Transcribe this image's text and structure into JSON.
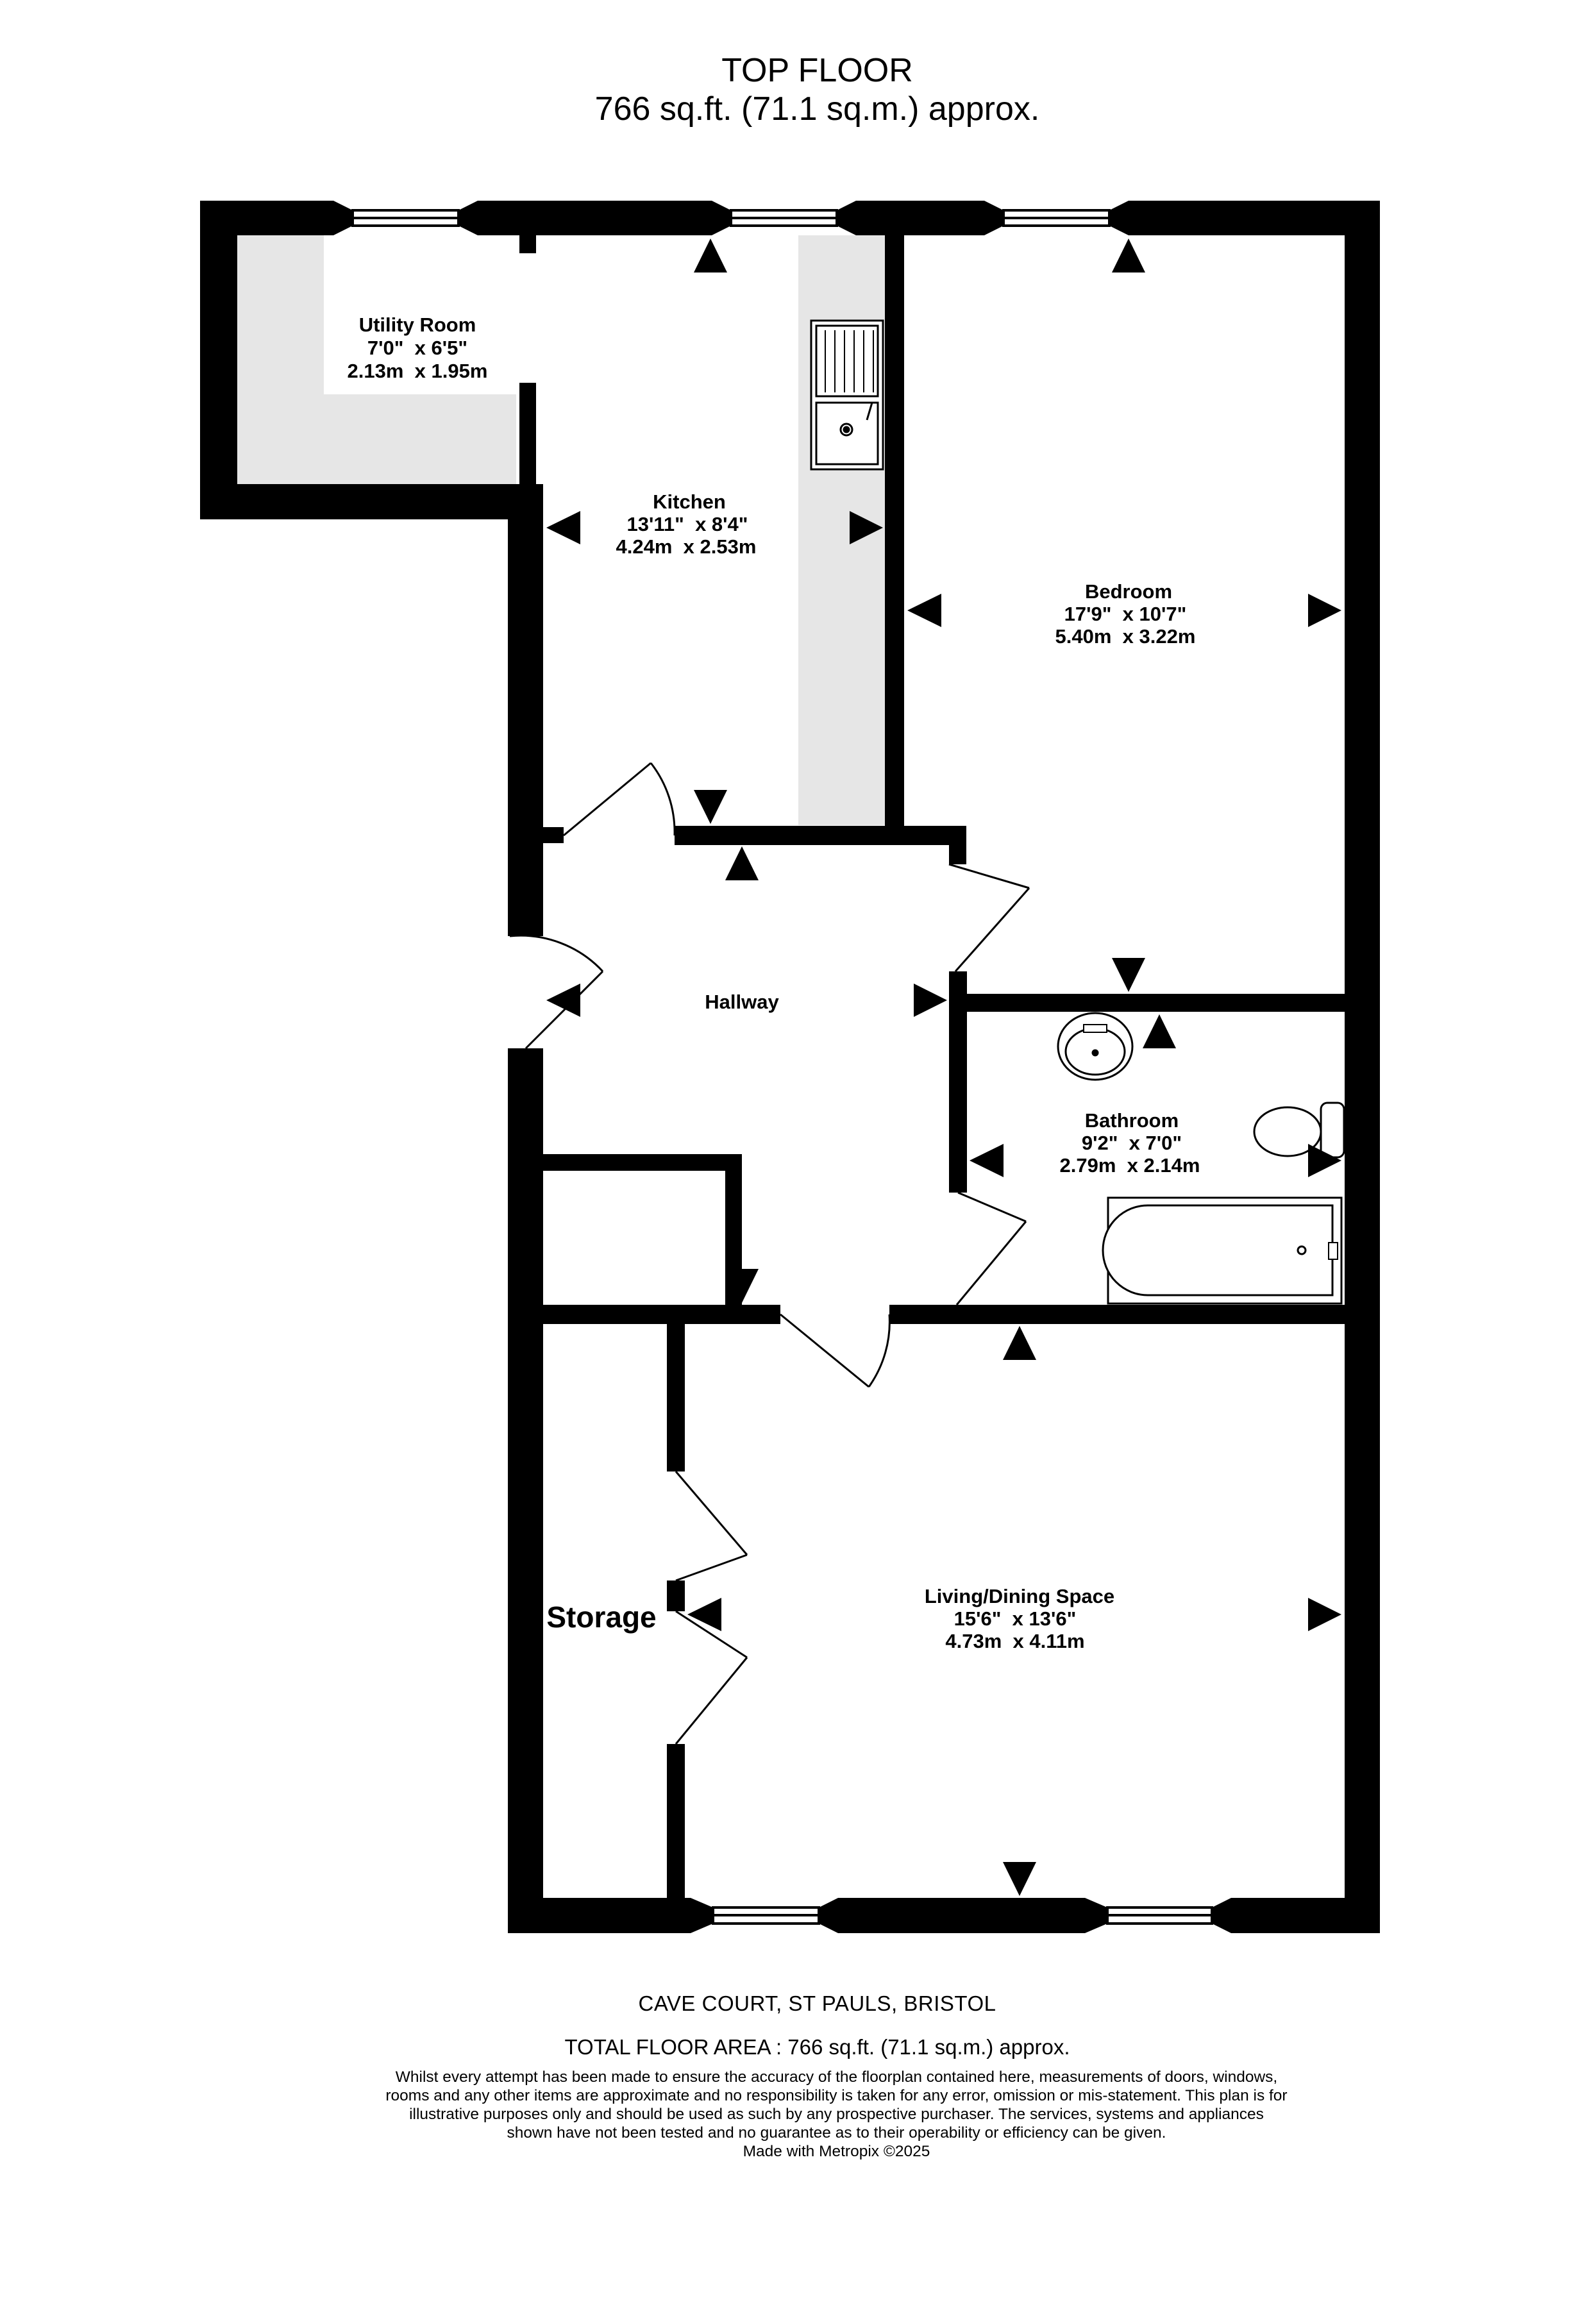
{
  "header": {
    "title": "TOP FLOOR",
    "area": "766 sq.ft. (71.1 sq.m.) approx."
  },
  "rooms": {
    "utility": {
      "name": "Utility Room",
      "imperial": "7'0\"  x 6'5\"",
      "metric": "2.13m  x 1.95m"
    },
    "kitchen": {
      "name": "Kitchen",
      "imperial": "13'11\"  x 8'4\"",
      "metric": "4.24m  x 2.53m"
    },
    "bedroom": {
      "name": "Bedroom",
      "imperial": "17'9\"  x 10'7\"",
      "metric": "5.40m  x 3.22m"
    },
    "hallway": {
      "name": "Hallway"
    },
    "bathroom": {
      "name": "Bathroom",
      "imperial": "9'2\"  x 7'0\"",
      "metric": "2.79m  x 2.14m"
    },
    "living": {
      "name": "Living/Dining Space",
      "imperial": "15'6\"  x 13'6\"",
      "metric": "4.73m  x 4.11m"
    },
    "storage": {
      "name": "Storage"
    }
  },
  "footer": {
    "address": "CAVE COURT, ST PAULS, BRISTOL",
    "total_area": "TOTAL FLOOR AREA : 766 sq.ft. (71.1 sq.m.) approx.",
    "disclaimer": "Whilst every attempt has been made to ensure the accuracy of the floorplan contained here, measurements of doors, windows, rooms and any other items are approximate and no responsibility is taken for any error, omission or mis-statement. This plan is for illustrative purposes only and should be used as such by any prospective purchaser. The services, systems and appliances shown have not been tested and no guarantee as to their operability or efficiency can be given.",
    "credit": "Made with Metropix ©2025"
  },
  "colors": {
    "wall": "#000000",
    "floor_shade": "#e6e6e6",
    "background": "#ffffff"
  }
}
